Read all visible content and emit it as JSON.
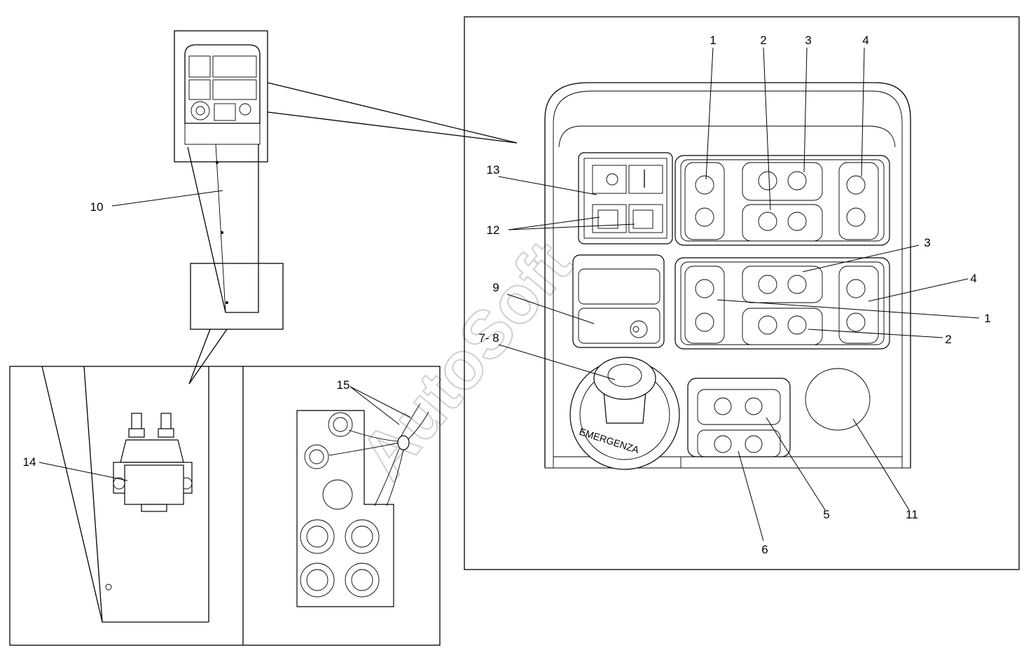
{
  "watermark": "AutoSoft",
  "emergency_label": "EMERGENZA",
  "labels": {
    "top_1": "1",
    "top_2": "2",
    "top_3": "3",
    "top_4": "4",
    "l13": "13",
    "l12": "12",
    "l9": "9",
    "l7_8": "7- 8",
    "l10": "10",
    "right_3": "3",
    "right_4": "4",
    "right_1": "1",
    "right_2": "2",
    "l5": "5",
    "l6": "6",
    "l11": "11",
    "l14": "14",
    "l15": "15"
  }
}
